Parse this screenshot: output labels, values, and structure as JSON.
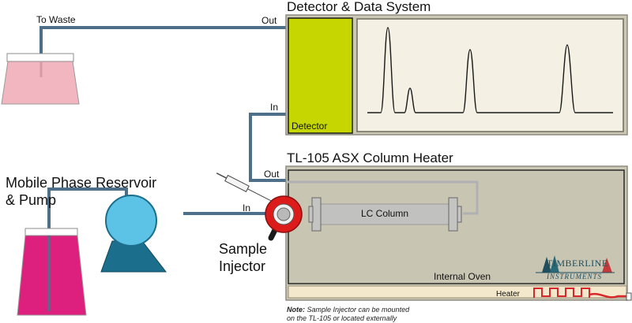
{
  "detector_system": {
    "title": "Detector & Data System",
    "detector_label": "Detector",
    "port_out": "Out",
    "port_in": "In"
  },
  "column_heater": {
    "title": "TL-105 ASX Column Heater",
    "port_out": "Out",
    "port_in": "In",
    "column_label": "LC Column",
    "oven_label": "Internal Oven",
    "heater_label": "Heater"
  },
  "waste": {
    "label": "To Waste"
  },
  "reservoir": {
    "label_line1": "Mobile Phase Reservoir",
    "label_line2": "& Pump"
  },
  "injector": {
    "label_line1": "Sample",
    "label_line2": "Injector"
  },
  "logo": {
    "line1": "TIMBERLINE",
    "line2": "INSTRUMENTS"
  },
  "note": {
    "prefix": "Note:",
    "line1": " Sample Injector can be mounted",
    "line2": "on the TL-105 or located externally"
  },
  "colors": {
    "tubing": "#4e6f8a",
    "detector_green": "#c5d600",
    "cabinet": "#ccc8b6",
    "chromatogram_bg": "#f4f0e4",
    "waste_pink": "#f2b6c0",
    "reservoir_magenta": "#dd1f7d",
    "pump_blue": "#5cc3e6",
    "pump_base": "#1b6f8c",
    "injector_red": "#dd1b1b",
    "heater_red": "#d9262a"
  }
}
